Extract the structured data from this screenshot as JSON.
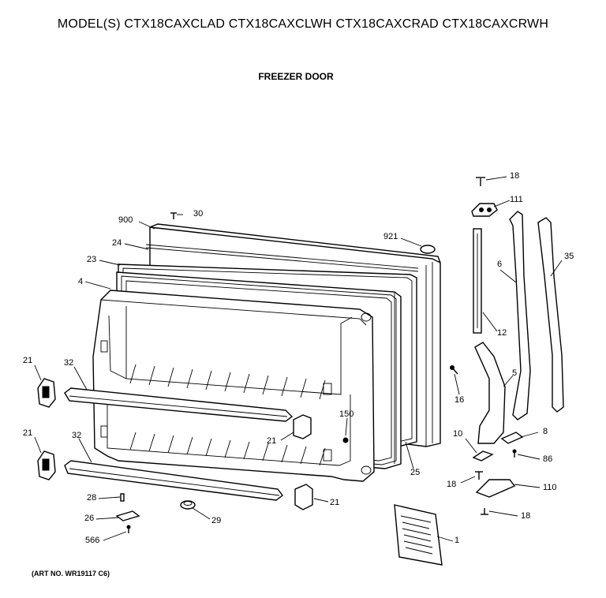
{
  "header": {
    "title": "MODEL(S) CTX18CAXCLAD  CTX18CAXCLWH  CTX18CAXCRAD  CTX18CAXCRWH",
    "subtitle": "FREEZER DOOR"
  },
  "footer": {
    "art_number": "(ART NO. WR19117 C6)"
  },
  "callouts": [
    {
      "id": "900",
      "text": "900"
    },
    {
      "id": "30",
      "text": "30"
    },
    {
      "id": "24",
      "text": "24"
    },
    {
      "id": "23",
      "text": "23"
    },
    {
      "id": "4",
      "text": "4"
    },
    {
      "id": "921",
      "text": "921"
    },
    {
      "id": "21a",
      "text": "21"
    },
    {
      "id": "32a",
      "text": "32"
    },
    {
      "id": "21b",
      "text": "21"
    },
    {
      "id": "32b",
      "text": "32"
    },
    {
      "id": "150",
      "text": "150"
    },
    {
      "id": "21c",
      "text": "21"
    },
    {
      "id": "25",
      "text": "25"
    },
    {
      "id": "21d",
      "text": "21"
    },
    {
      "id": "28",
      "text": "28"
    },
    {
      "id": "26",
      "text": "26"
    },
    {
      "id": "566",
      "text": "566"
    },
    {
      "id": "29",
      "text": "29"
    },
    {
      "id": "18a",
      "text": "18"
    },
    {
      "id": "111",
      "text": "111"
    },
    {
      "id": "6",
      "text": "6"
    },
    {
      "id": "35",
      "text": "35"
    },
    {
      "id": "12",
      "text": "12"
    },
    {
      "id": "16",
      "text": "16"
    },
    {
      "id": "5",
      "text": "5"
    },
    {
      "id": "10",
      "text": "10"
    },
    {
      "id": "8",
      "text": "8"
    },
    {
      "id": "86",
      "text": "86"
    },
    {
      "id": "18b",
      "text": "18"
    },
    {
      "id": "110",
      "text": "110"
    },
    {
      "id": "18c",
      "text": "18"
    },
    {
      "id": "1",
      "text": "1"
    }
  ]
}
